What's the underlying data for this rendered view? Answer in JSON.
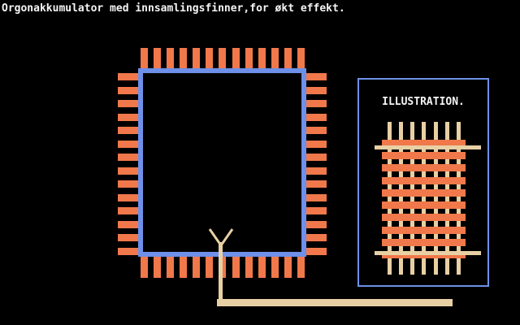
{
  "title": "Orgonakkumulator med innsamlingsfinner,for økt effekt.",
  "panel": {
    "label": "ILLUSTRATION."
  },
  "colors": {
    "background": "#000000",
    "text": "#f4f4f4",
    "blue": "#6e90e8",
    "orange": "#f0784a",
    "tan": "#e8d0a4"
  },
  "diagram": {
    "top_fin_count": 13,
    "bottom_fin_count": 13,
    "left_fin_count": 14,
    "right_fin_count": 14
  },
  "illustration": {
    "bar_count": 10,
    "line_count": 7
  }
}
